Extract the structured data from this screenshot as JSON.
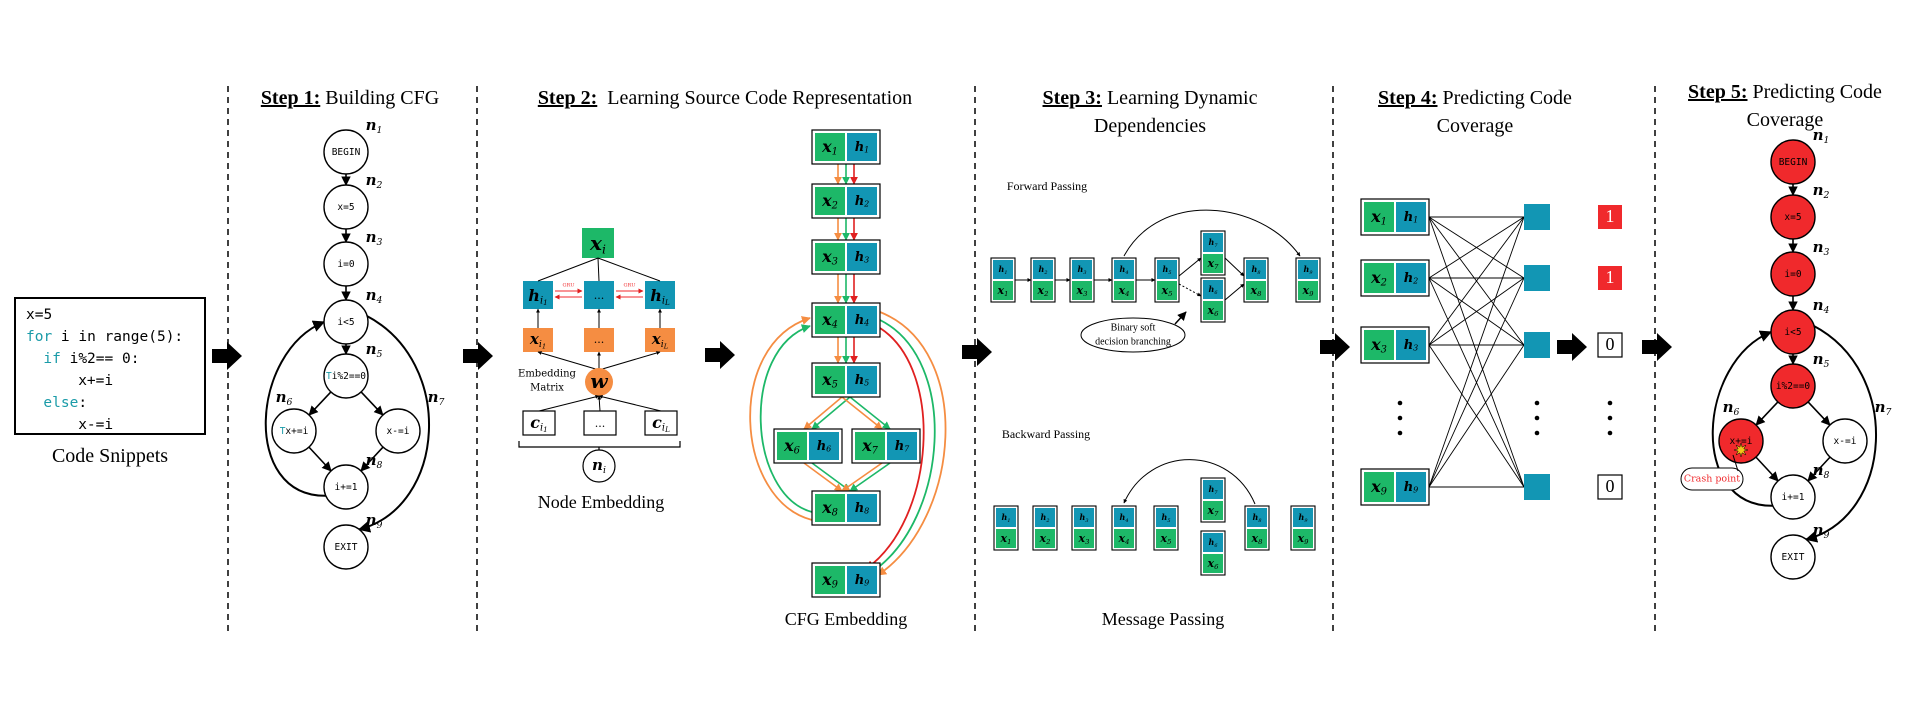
{
  "code": {
    "lines": [
      {
        "kw": "",
        "text": "x=5",
        "indent": 0
      },
      {
        "kw": "for",
        "text": " i in range(5):",
        "indent": 0
      },
      {
        "kw": "if",
        "text": " i%2== 0:",
        "indent": 1
      },
      {
        "kw": "",
        "text": "x+=i",
        "indent": 3
      },
      {
        "kw": "else",
        "text": ":",
        "indent": 1
      },
      {
        "kw": "",
        "text": "x-=i",
        "indent": 3
      }
    ],
    "caption": "Code Snippets"
  },
  "steps": [
    {
      "label": "Step 1:",
      "title": "Building CFG"
    },
    {
      "label": "Step 2:",
      "title": "Learning Source Code Representation"
    },
    {
      "label": "Step 3:",
      "title": "Learning Dynamic Dependencies"
    },
    {
      "label": "Step 4:",
      "title": "Predicting Code Coverage"
    },
    {
      "label": "Step 5:",
      "title": "Predicting Code Coverage"
    }
  ],
  "cfg_nodes": [
    {
      "id": "n1",
      "sub": "1",
      "label": "BEGIN"
    },
    {
      "id": "n2",
      "sub": "2",
      "label": "x=5"
    },
    {
      "id": "n3",
      "sub": "3",
      "label": "i=0"
    },
    {
      "id": "n4",
      "sub": "4",
      "label": "i<5"
    },
    {
      "id": "n5",
      "sub": "5",
      "label": "i%2==0"
    },
    {
      "id": "n6",
      "sub": "6",
      "label": "x+=i"
    },
    {
      "id": "n7",
      "sub": "7",
      "label": "x-=i"
    },
    {
      "id": "n8",
      "sub": "8",
      "label": "i+=1"
    },
    {
      "id": "n9",
      "sub": "9",
      "label": "EXIT"
    }
  ],
  "branch_mark": "T",
  "node_symbol": "n",
  "step2": {
    "x_label": "x",
    "h_label": "h",
    "gru": "GRU",
    "dots": "...",
    "w": "w",
    "c": "c",
    "embedding_matrix_1": "Embedding",
    "embedding_matrix_2": "Matrix",
    "node_embedding_caption": "Node Embedding",
    "cfg_embedding_caption": "CFG Embedding"
  },
  "step3": {
    "forward": "Forward Passing",
    "backward": "Backward Passing",
    "binary_1": "Binary soft",
    "binary_2": "decision branching",
    "caption": "Message Passing"
  },
  "step4": {
    "outputs": [
      "1",
      "1",
      "0",
      "0"
    ],
    "vdots": "⋮"
  },
  "step5": {
    "crash": "Crash point",
    "covered_nodes": [
      "n1",
      "n2",
      "n3",
      "n4",
      "n5",
      "n6"
    ]
  },
  "colors": {
    "x_green": "#1db868",
    "h_blue": "#1296b4",
    "orange": "#f58d42",
    "red": "#f0292c",
    "teal": "#1a9ba8",
    "green_arrow": "#1db868",
    "red_arrow": "#e02020"
  }
}
